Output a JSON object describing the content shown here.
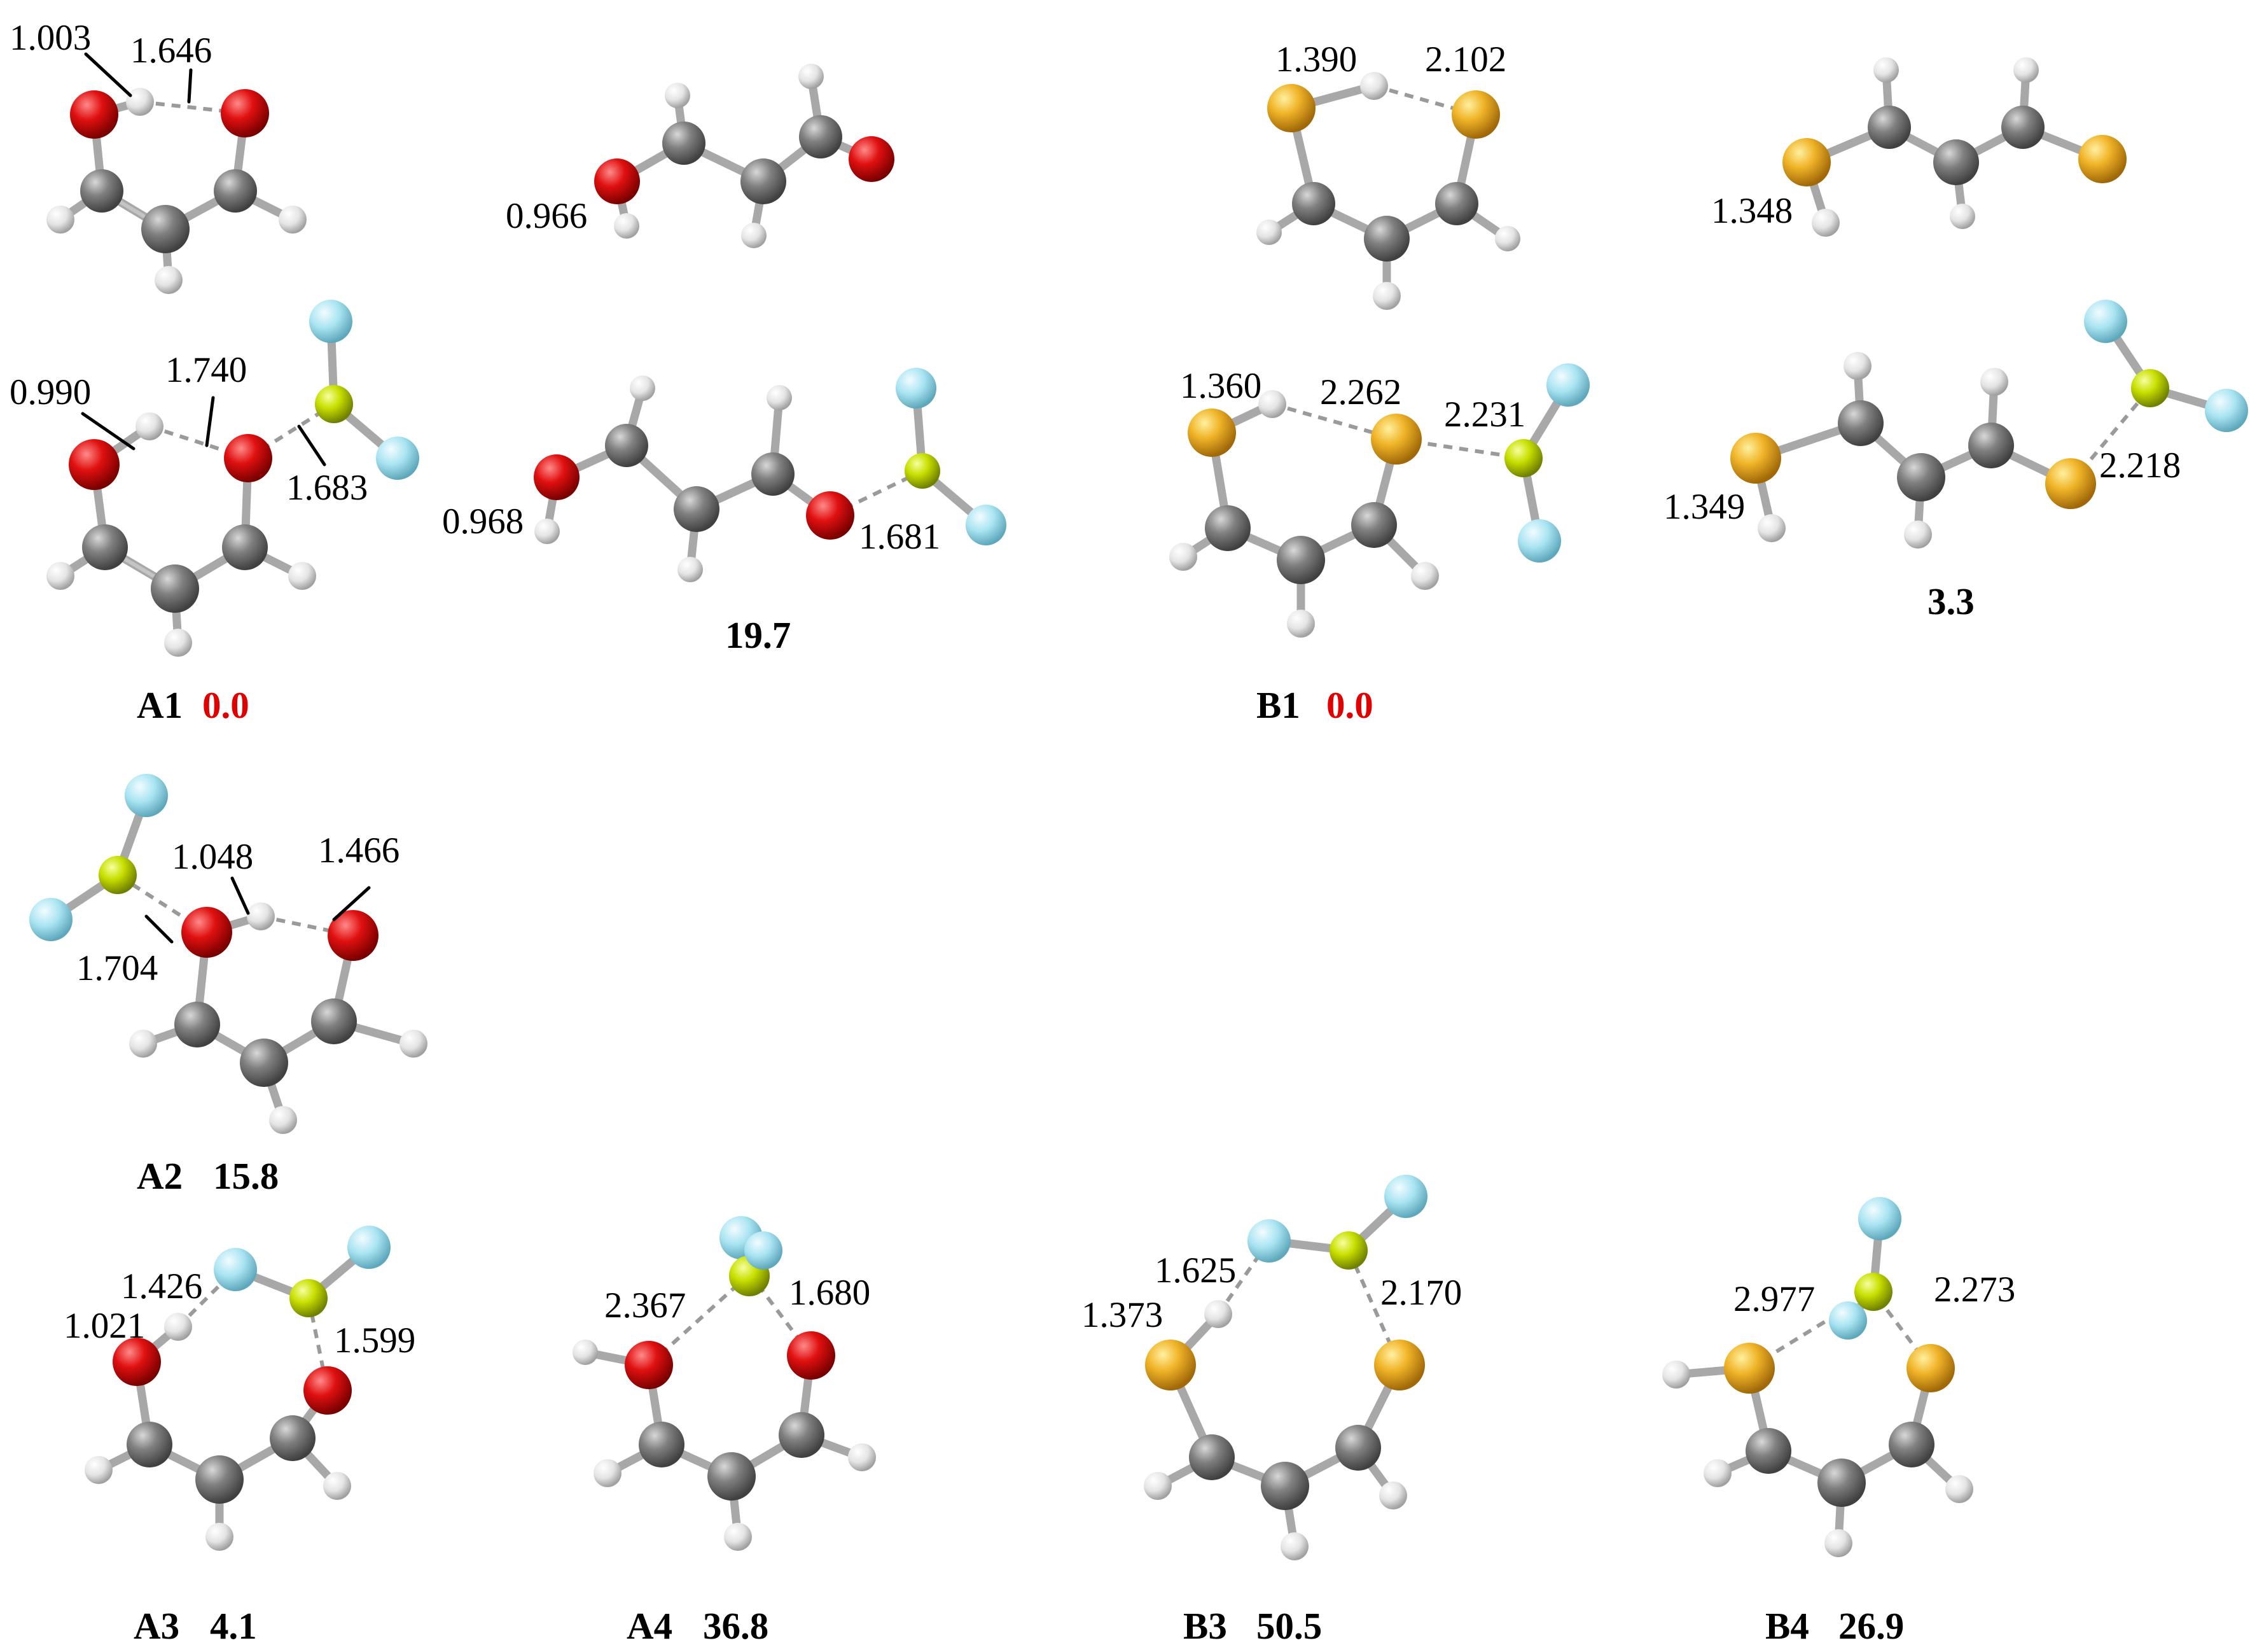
{
  "molecules": {
    "A1": {
      "caption": "A1",
      "energy": "0.0",
      "free_labels": [
        "1.003",
        "1.646"
      ],
      "complex_labels": [
        "0.990",
        "1.740",
        "1.683"
      ]
    },
    "A1_open": {
      "free_labels": [
        "0.966"
      ],
      "complex_labels": [
        "0.968",
        "1.681"
      ],
      "energy": "19.7"
    },
    "B1": {
      "caption": "B1",
      "energy": "0.0",
      "free_labels": [
        "1.390",
        "2.102"
      ],
      "complex_labels": [
        "1.360",
        "2.262",
        "2.231"
      ]
    },
    "B1_open": {
      "free_labels": [
        "1.348"
      ],
      "complex_labels": [
        "1.349",
        "2.218"
      ],
      "energy": "3.3"
    },
    "A2": {
      "caption": "A2",
      "energy": "15.8",
      "labels": [
        "1.048",
        "1.466",
        "1.704"
      ]
    },
    "A3": {
      "caption": "A3",
      "energy": "4.1",
      "labels": [
        "1.426",
        "1.021",
        "1.599"
      ]
    },
    "A4": {
      "caption": "A4",
      "energy": "36.8",
      "labels": [
        "2.367",
        "1.680"
      ]
    },
    "B3": {
      "caption": "B3",
      "energy": "50.5",
      "labels": [
        "1.625",
        "1.373",
        "2.170"
      ]
    },
    "B4": {
      "caption": "B4",
      "energy": "26.9",
      "labels": [
        "2.977",
        "2.273"
      ]
    }
  },
  "colors": {
    "oxygen": "#dd0000",
    "sulfur": "#e8b020",
    "carbon": "#7a7a7a",
    "hydrogen": "#e6e6e6",
    "boron_center": "#c8e000",
    "fluorine": "#a9e4f2",
    "energy_highlight": "#e00000"
  }
}
